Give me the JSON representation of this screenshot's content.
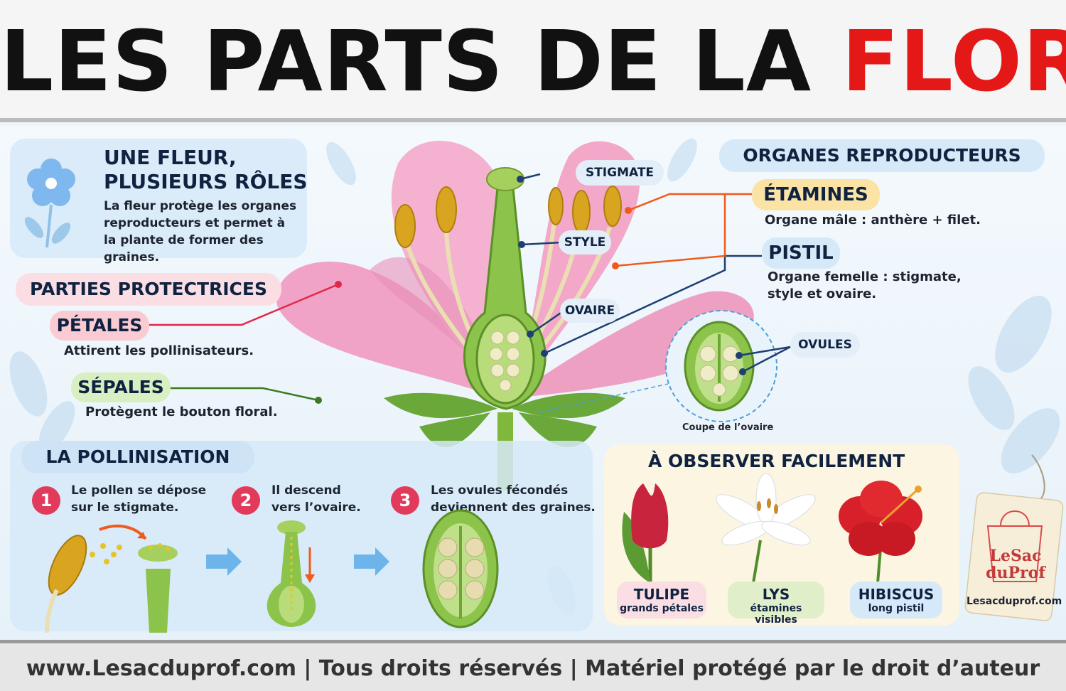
{
  "header": {
    "title_main": "LES PARTS DE LA ",
    "title_accent": "FLOR"
  },
  "intro": {
    "title_line1": "UNE FLEUR,",
    "title_line2": "PLUSIEURS RÔLES",
    "text": "La fleur protège les organes reproducteurs et permet à la plante de former des graines."
  },
  "protective": {
    "heading": "PARTIES PROTECTRICES",
    "petals": {
      "label": "PÉTALES",
      "desc": "Attirent les pollinisateurs."
    },
    "sepals": {
      "label": "SÉPALES",
      "desc": "Protègent le bouton floral."
    }
  },
  "flower_labels": {
    "stigma": "STIGMATE",
    "style": "STYLE",
    "ovary": "OVAIRE",
    "ovules": "OVULES",
    "ovary_cut": "Coupe de l’ovaire"
  },
  "reproductive": {
    "heading": "ORGANES REPRODUCTEURS",
    "stamens": {
      "label": "ÉTAMINES",
      "desc": "Organe mâle : anthère + filet."
    },
    "pistil": {
      "label": "PISTIL",
      "desc_line1": "Organe femelle : stigmate,",
      "desc_line2": "style et ovaire."
    }
  },
  "pollination": {
    "heading": "LA POLLINISATION",
    "steps": [
      {
        "num": "1",
        "line1": "Le pollen se dépose",
        "line2": "sur le stigmate."
      },
      {
        "num": "2",
        "line1": "Il descend",
        "line2": "vers l’ovaire."
      },
      {
        "num": "3",
        "line1": "Les ovules fécondés",
        "line2": "deviennent des graines."
      }
    ]
  },
  "observe": {
    "heading": "À OBSERVER FACILEMENT",
    "flowers": [
      {
        "name": "TULIPE",
        "desc": "grands pétales"
      },
      {
        "name": "LYS",
        "desc": "étamines visibles"
      },
      {
        "name": "HIBISCUS",
        "desc": "long pistil"
      }
    ]
  },
  "brand": {
    "logo_line1": "LeSac",
    "logo_line2": "duProf",
    "site": "Lesacduprof.com"
  },
  "footer": {
    "text": "www.Lesacduprof.com | Tous droits réservés | Matériel protégé par le droit d’auteur"
  },
  "colors": {
    "accent_red": "#e51818",
    "petal_pink": "#f0a3c6",
    "stem_green": "#7fb83a",
    "anther_gold": "#d9a520",
    "stamen_line": "#f05a1a",
    "petal_line": "#e0284c",
    "sepal_line": "#3c7a22",
    "pistil_line": "#1e3f73"
  }
}
